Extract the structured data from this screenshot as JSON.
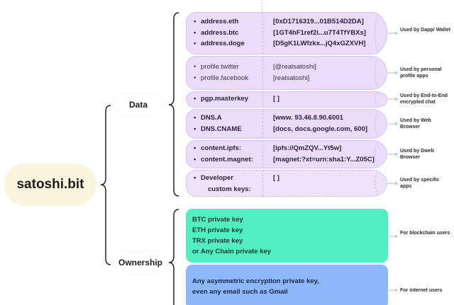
{
  "root": {
    "label": "satoshi.bit"
  },
  "branches": {
    "data": {
      "label": "Data"
    },
    "ownership": {
      "label": "Ownership"
    }
  },
  "data_records": [
    {
      "keys": [
        "address.eth",
        "address.btc",
        "address.doge"
      ],
      "values": [
        "[0xD1716319...01B514D2DA]",
        "[1GT4hF1ref2i...u7T4TfYBXs]",
        "[D5gK1LWfzkx...jQ4xGZXVH]"
      ],
      "usage": "Used by Dapp/ Wallet"
    },
    {
      "keys": [
        "profile.twitter",
        "profile.facebook"
      ],
      "values": [
        "[@realsatoshi]",
        "[realsatoshi]"
      ],
      "usage": "Used by personal profile apps"
    },
    {
      "keys": [
        "pgp.masterkey"
      ],
      "values": [
        "[ ]"
      ],
      "usage": "Used by End-to-End encrypted chat"
    },
    {
      "keys": [
        "DNS.A",
        "DNS.CNAME"
      ],
      "values": [
        "[www. 93.46.8.90.6001",
        "[docs, docs.google.com, 600]"
      ],
      "usage": "Used by Web Browser"
    },
    {
      "keys": [
        "content.ipfs:",
        "content.magnet:"
      ],
      "values": [
        "[ipfs://QmZQV...Yt5w]",
        "[magnet:?xt=urn:sha1:Y...Z05C]"
      ],
      "usage": "Used by Dweb Browser"
    },
    {
      "keys": [
        "Developer",
        "custom keys:"
      ],
      "values": [
        "[ ]"
      ],
      "usage": "Used by specific apps"
    }
  ],
  "ownership_records": [
    {
      "lines": [
        "BTC private key",
        "ETH private key",
        "TRX private key",
        "or Any Chain private key"
      ],
      "usage": "For blockchain users",
      "color": "#52eebf"
    },
    {
      "lines": [
        "Any asymmetric encryption private key,",
        "even any email such as Gmail"
      ],
      "usage": "For internet users",
      "color": "#8fb8fa"
    }
  ],
  "colors": {
    "root_fill": "#fbf4dc",
    "data_cylinder_fill": "#ebdcfb",
    "bracket_stroke": "#222222",
    "arrow_stroke": "#b8b8b8"
  }
}
